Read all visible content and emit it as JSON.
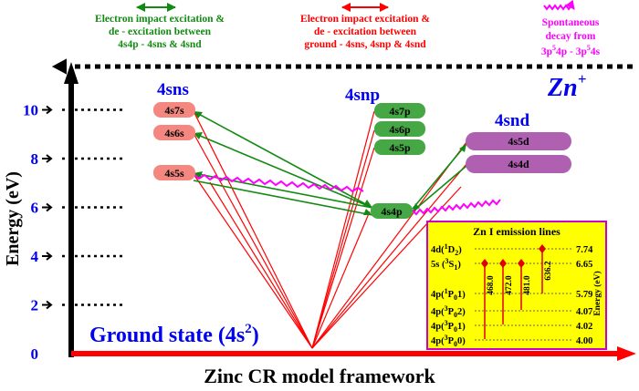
{
  "title": "Zinc CR model framework",
  "y_axis": {
    "label": "Energy (eV)",
    "ticks": [
      "0",
      "2",
      "4",
      "6",
      "8",
      "10"
    ]
  },
  "ion_label": "Zn",
  "ion_charge": "+",
  "ground_state": {
    "text": "Ground state (4s",
    "sup": "2",
    "close": ")"
  },
  "legend": {
    "green": {
      "lines": [
        "Electron impact excitation &",
        "de - excitation between",
        "4s4p - 4sns & 4snd"
      ],
      "color": "#138a13"
    },
    "red": {
      "lines": [
        "Electron impact excitation &",
        "de - excitation between",
        "ground - 4sns, 4snp & 4snd"
      ],
      "color": "#ff0000"
    },
    "magenta": {
      "line1": "Spontaneous",
      "line2": "decay from",
      "line3": {
        "a": "3p",
        "a_sup": "5",
        "b": "4p - 3p",
        "b_sup": "5",
        "c": "4s"
      },
      "color": "#ff00ff"
    }
  },
  "series": {
    "sns": {
      "header": "4sns",
      "levels": [
        "4s7s",
        "4s6s",
        "4s5s"
      ],
      "color": "#f4877f"
    },
    "snp": {
      "header": "4snp",
      "levels": [
        "4s7p",
        "4s6p",
        "4s5p",
        "4s4p"
      ],
      "color": "#45a845"
    },
    "snd": {
      "header": "4snd",
      "levels": [
        "4s5d",
        "4s4d"
      ],
      "color": "#b060b0"
    }
  },
  "inset": {
    "title": "Zn I emission lines",
    "axis_label": "Energy (eV)",
    "levels": [
      {
        "pre": "4d(",
        "sup": "1",
        "mid": "D",
        "sub": "2",
        "post": ")",
        "energy": "7.74"
      },
      {
        "pre": "5s (",
        "sup": "3",
        "mid": "S",
        "sub": "1",
        "post": ")",
        "energy": "6.65"
      },
      {
        "pre": "4p(",
        "sup": "1",
        "mid": "P",
        "sub": "0",
        "post": "1)",
        "energy": "5.79"
      },
      {
        "pre": "4p(",
        "sup": "3",
        "mid": "P",
        "sub": "0",
        "post": "2)",
        "energy": "4.07"
      },
      {
        "pre": "4p(",
        "sup": "3",
        "mid": "P",
        "sub": "0",
        "post": "1)",
        "energy": "4.02"
      },
      {
        "pre": "4p(",
        "sup": "3",
        "mid": "P",
        "sub": "0",
        "post": "0)",
        "energy": "4.00"
      }
    ],
    "wavelengths": [
      "468.0",
      "472.0",
      "481.0",
      "636.2"
    ]
  },
  "colors": {
    "axis": "#000000",
    "blue": "#0000ee",
    "green": "#138a13",
    "red": "#ff0000",
    "magenta": "#ff00ff",
    "inset_bg": "#ffff00",
    "inset_border": "#cc00cc",
    "inset_marker": "#e00000"
  }
}
